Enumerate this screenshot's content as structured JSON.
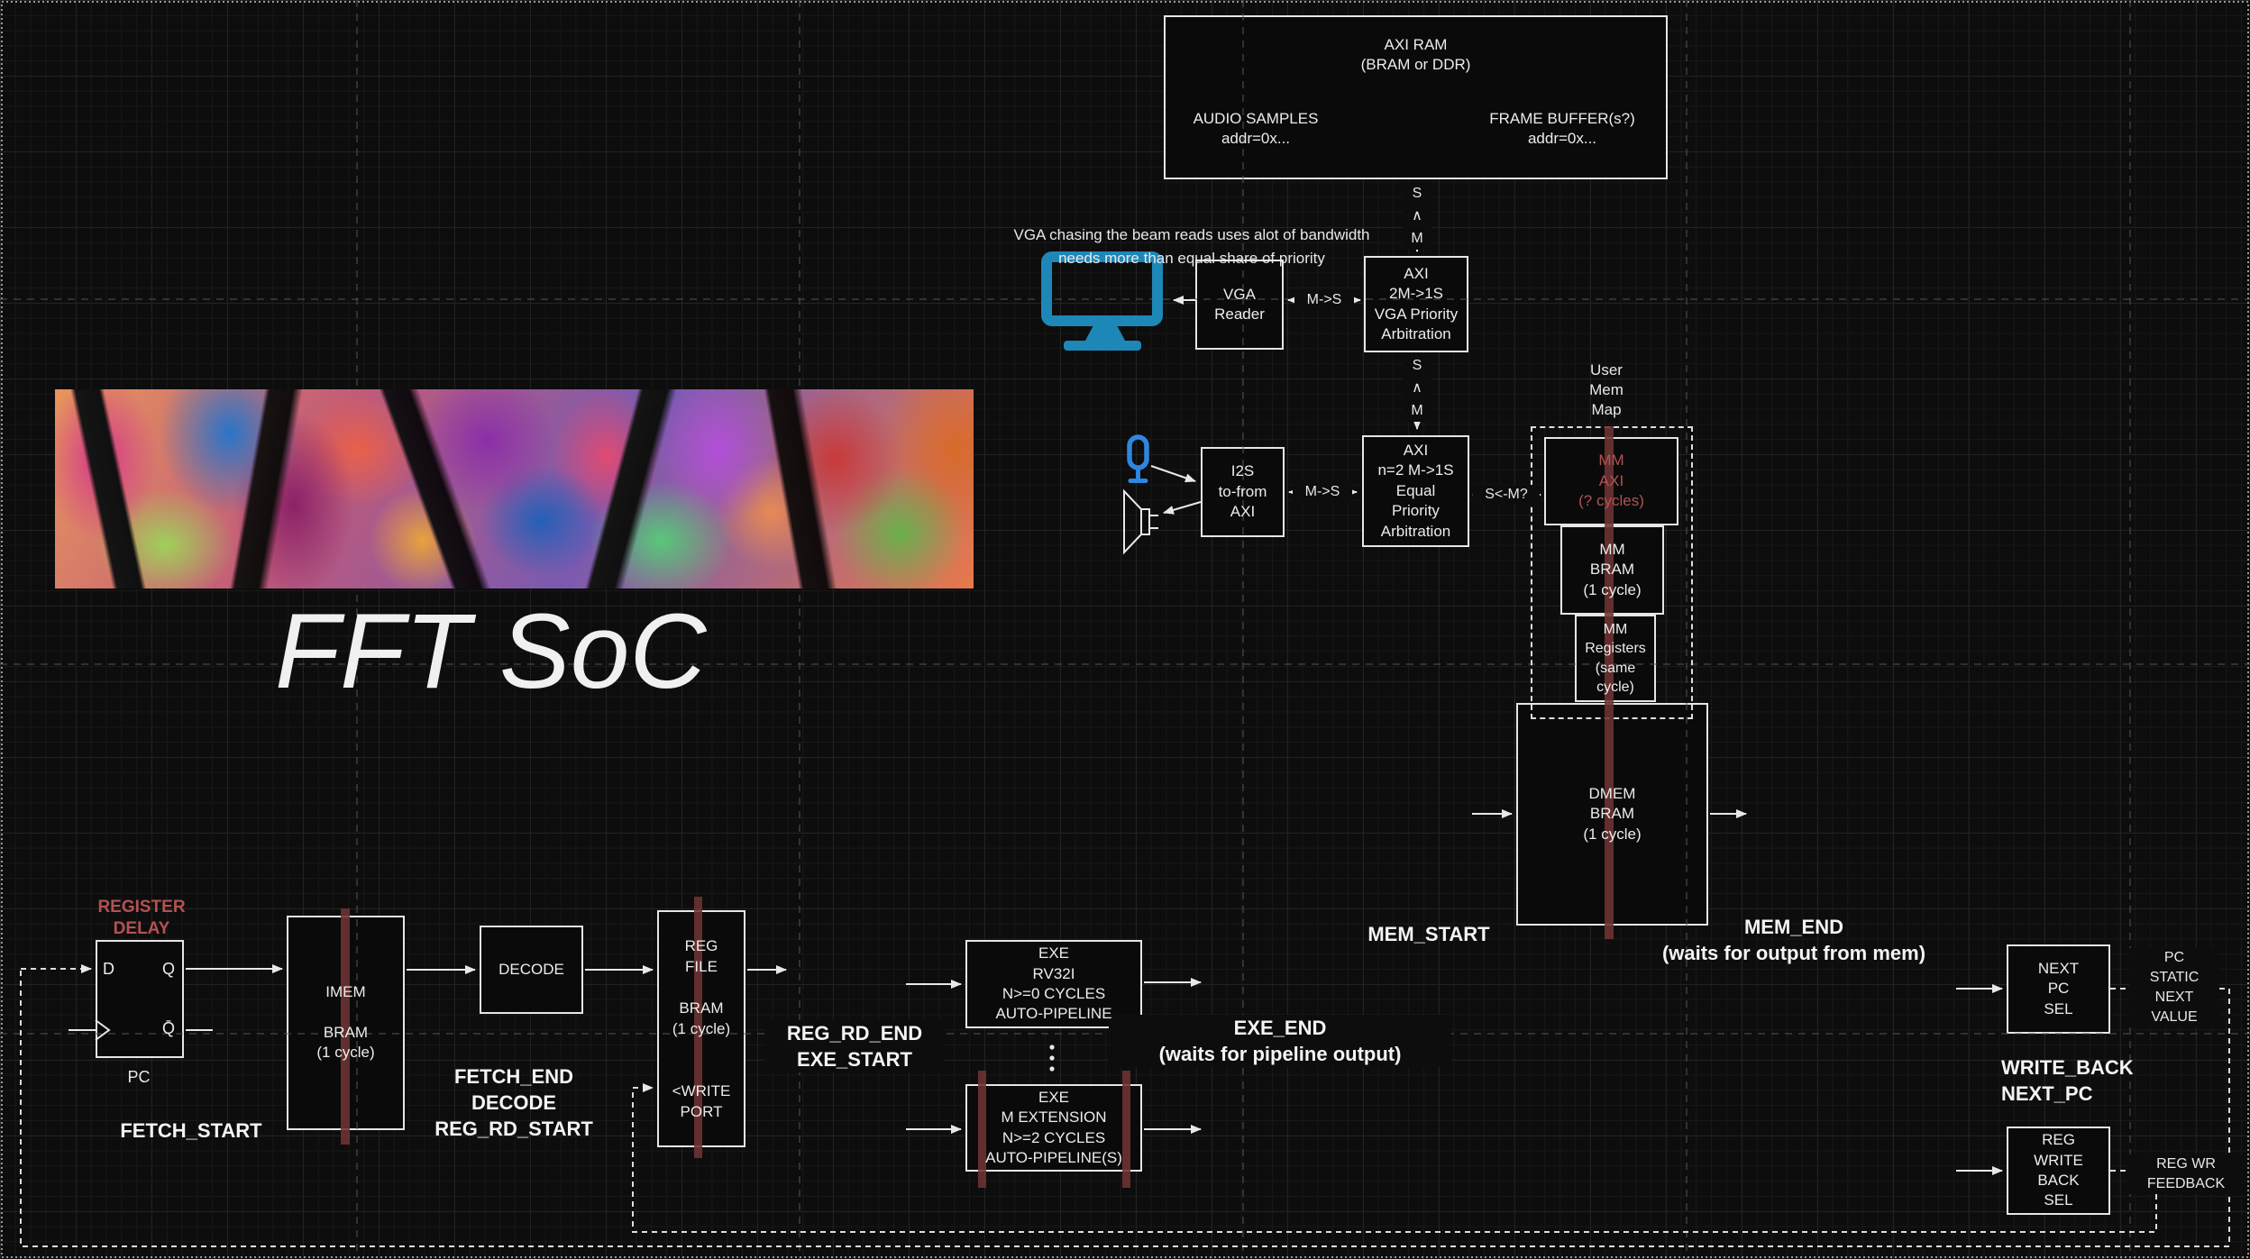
{
  "title": "FFT SoC",
  "axi_ram": {
    "name": "AXI RAM\n(BRAM or DDR)",
    "audio_samples": "AUDIO SAMPLES\naddr=0x...",
    "frame_buffer": "FRAME BUFFER(s?)\naddr=0x..."
  },
  "vga_note": "VGA chasing the beam reads uses alot of bandwidth\nneeds more than equal share of priority",
  "vga_reader": "VGA\nReader",
  "axi_vga_arb": "AXI\n2M->1S\nVGA Priority\nArbitration",
  "i2s": "I2S\nto-from\nAXI",
  "axi_i2s_arb": "AXI\nn=2 M->1S\nEqual\nPriority\nArbitration",
  "bus_labels": {
    "m_to_s_vga": "M->S",
    "m_to_s_i2s": "M->S",
    "s_from_m": "S<-M?",
    "sam_top": "S\n∧\nM",
    "sam_bottom": "S\n∧\nM"
  },
  "user_mem_map": "User\nMem\nMap",
  "mm_axi": "MM\nAXI\n(? cycles)",
  "mm_bram": "MM\nBRAM\n(1 cycle)",
  "mm_registers": "MM\nRegisters\n(same\ncycle)",
  "dmem": "DMEM\nBRAM\n(1 cycle)",
  "register_delay": "REGISTER\nDELAY",
  "pc_ff": {
    "d": "D",
    "q": "Q",
    "q_bar": "Q̄",
    "pc": "PC"
  },
  "imem": "IMEM\n\nBRAM\n(1 cycle)",
  "decode": "DECODE",
  "reg_file": "REG\nFILE\n\nBRAM\n(1 cycle)\n\n\n<WRITE\nPORT",
  "exe_rv32i": "EXE\nRV32I\nN>=0 CYCLES\nAUTO-PIPELINE",
  "exe_m": "EXE\nM EXTENSION\nN>=2 CYCLES\nAUTO-PIPELINE(S)",
  "ellipsis": "⋮",
  "next_pc_sel": "NEXT\nPC\nSEL",
  "pc_static": "PC\nSTATIC\nNEXT\nVALUE",
  "reg_wb_sel": "REG\nWRITE\nBACK\nSEL",
  "reg_wr_feedback": "REG WR\nFEEDBACK",
  "stage_labels": {
    "fetch_start": "FETCH_START",
    "fetch_end": "FETCH_END\nDECODE\nREG_RD_START",
    "reg_rd_end": "REG_RD_END\nEXE_START",
    "exe_end": "EXE_END\n(waits for pipeline output)",
    "mem_start": "MEM_START",
    "mem_end": "MEM_END\n(waits for output from mem)",
    "write_back": "WRITE_BACK\nNEXT_PC"
  },
  "colors": {
    "monitor_teal": "#1d87b8",
    "mic_blue": "#2e86e0",
    "delay_stripe": "#6e3333",
    "red_text": "#b35252"
  }
}
